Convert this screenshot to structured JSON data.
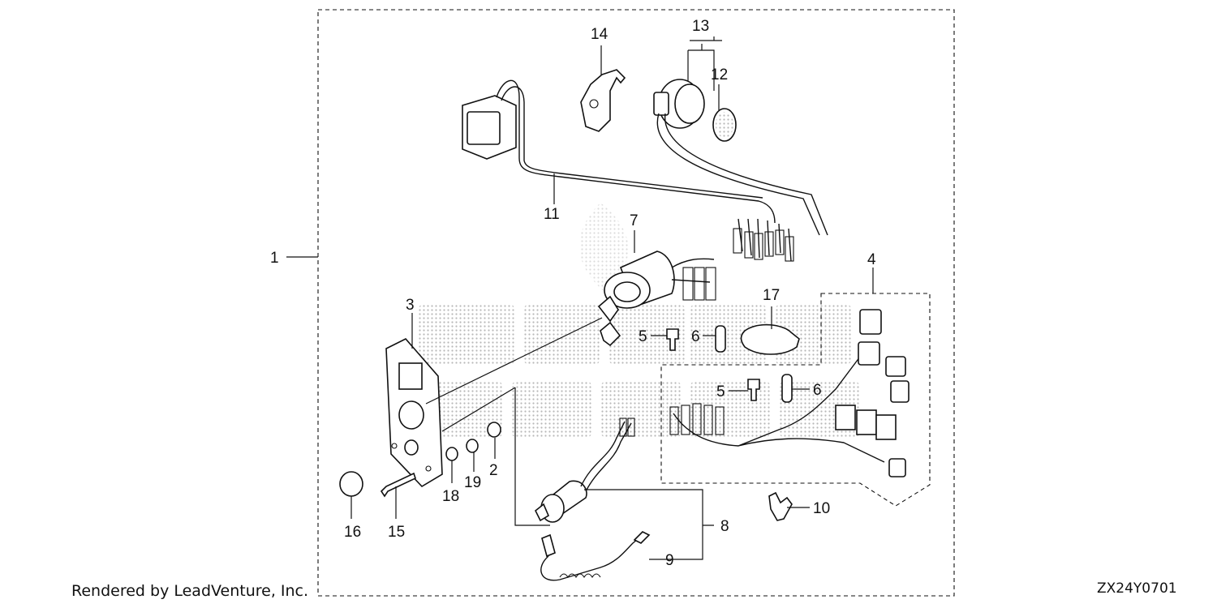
{
  "footer": {
    "credit": "Rendered by LeadVenture, Inc.",
    "diagram_code": "ZX24Y0701"
  },
  "callouts": [
    "1",
    "2",
    "3",
    "4",
    "5",
    "5",
    "6",
    "6",
    "7",
    "8",
    "9",
    "10",
    "11",
    "12",
    "13",
    "14",
    "15",
    "16",
    "17",
    "18",
    "19"
  ],
  "watermark": {
    "visible": true,
    "style": "dotted-letters"
  }
}
